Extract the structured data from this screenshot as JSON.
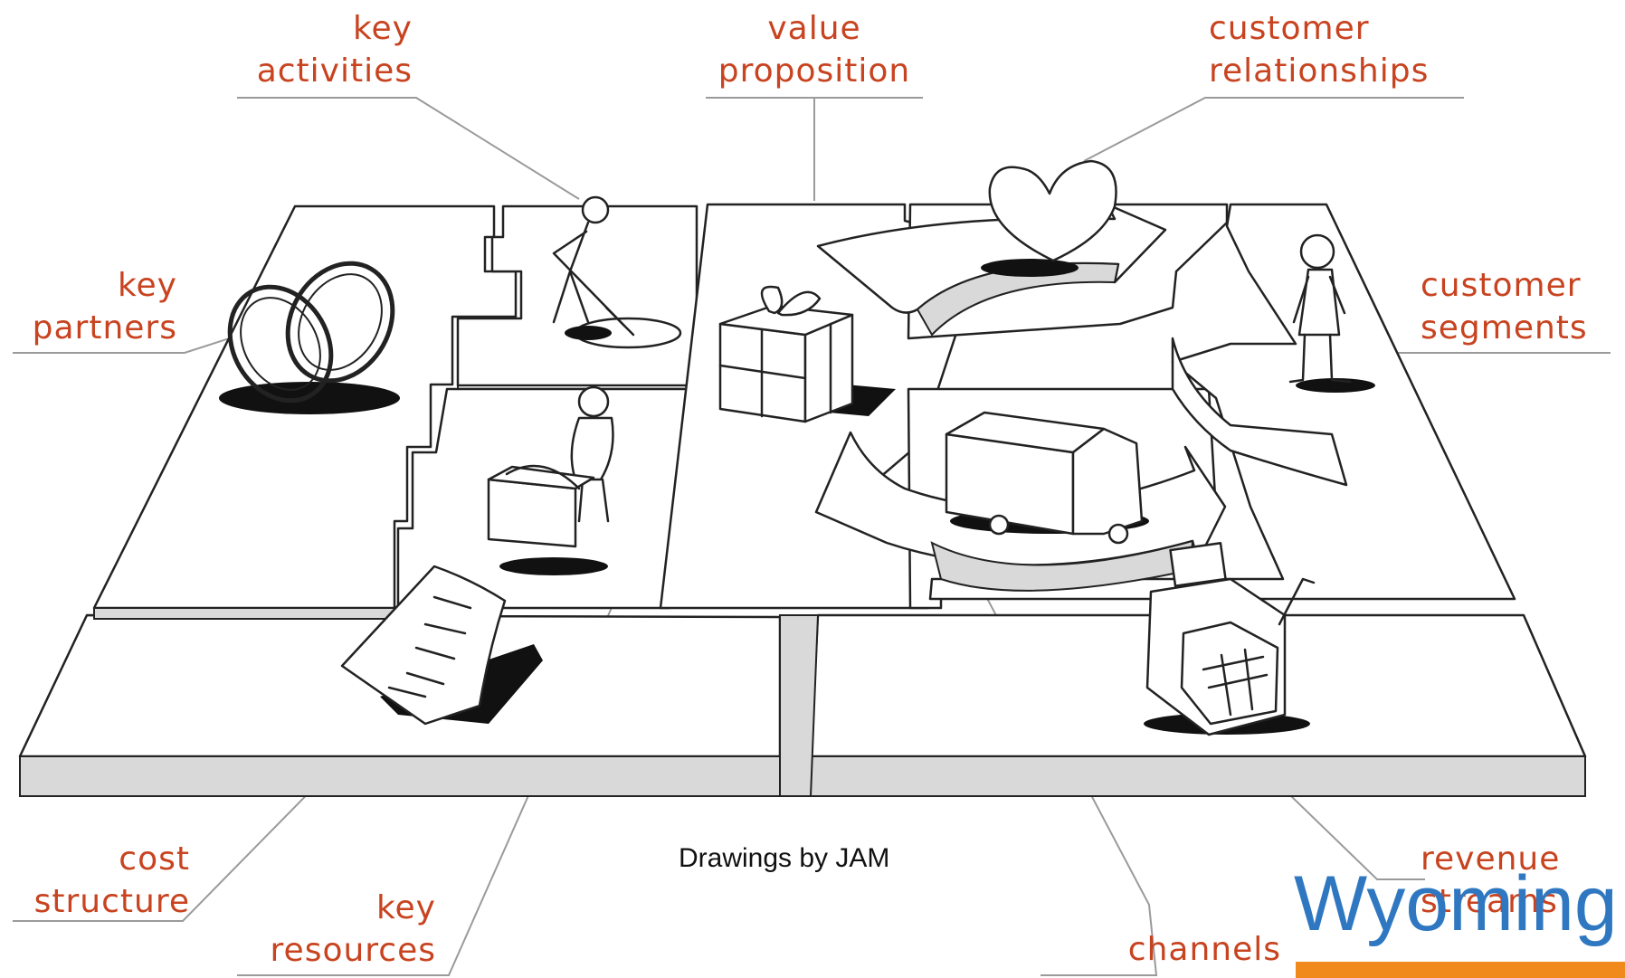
{
  "labels": {
    "key_activities": [
      "key",
      "activities"
    ],
    "value_proposition": [
      "value",
      "proposition"
    ],
    "customer_relationships": [
      "customer",
      "relationships"
    ],
    "key_partners": [
      "key",
      "partners"
    ],
    "customer_segments": [
      "customer",
      "segments"
    ],
    "cost_structure": [
      "cost",
      "structure"
    ],
    "key_resources": [
      "key",
      "resources"
    ],
    "revenue_streams": [
      "revenue",
      "streams"
    ],
    "channels": "channels"
  },
  "credit": "Drawings by JAM",
  "logo": {
    "text": "Wyoming",
    "text_color": "#2f78c1",
    "bar_color": "#f08a1d"
  },
  "colors": {
    "label": "#c8431f",
    "leader_line": "#9a9a9a",
    "ink": "#222222",
    "shading": "#d9d9d9"
  },
  "icons": [
    "rings-icon",
    "digging-person-icon",
    "person-with-box-icon",
    "document-icon",
    "gift-icon",
    "heart-icon",
    "standing-person-icon",
    "truck-icon",
    "cash-register-icon"
  ]
}
